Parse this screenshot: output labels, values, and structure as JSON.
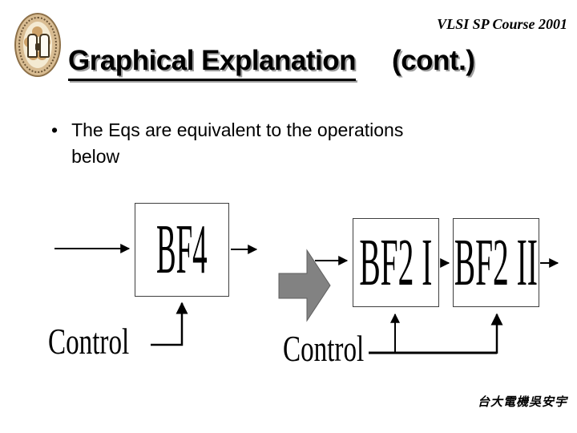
{
  "header": {
    "course": "VLSI SP Course 2001"
  },
  "title": {
    "main": "Graphical Explanation",
    "cont": "(cont.)"
  },
  "bullet": {
    "marker": "•",
    "lines": [
      "The Eqs are equivalent to the operations",
      "below"
    ]
  },
  "diagram": {
    "left": {
      "box_label": "BF4",
      "control_label": "Control"
    },
    "right": {
      "box1_label": "BF2 I",
      "box2_label": "BF2 II",
      "control_label": "Control"
    }
  },
  "footer": {
    "signature": "台大電機吳安宇"
  },
  "icons": {
    "logo": "ntu-seal"
  },
  "colors": {
    "background": "#ffffff",
    "text": "#000000",
    "title_shadow": "#9e9e9e",
    "block_arrow_gray": "#828282",
    "box_border": "#3f3f3f",
    "seal_tan": "#d8bc92",
    "seal_inner": "#f4ead2"
  }
}
